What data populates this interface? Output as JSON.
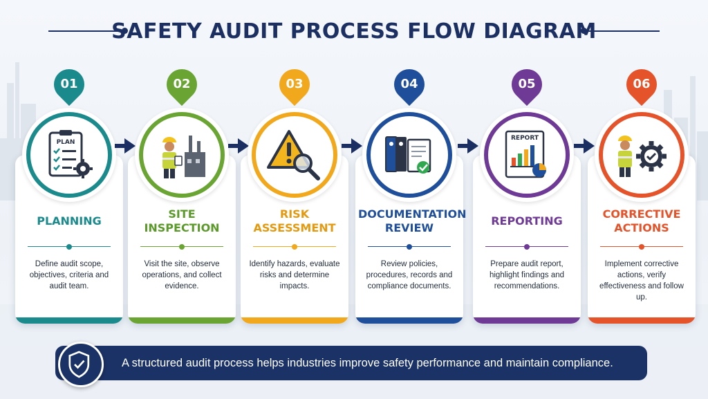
{
  "title": "SAFETY AUDIT PROCESS FLOW DIAGRAM",
  "steps": [
    {
      "number": "01",
      "title": "PLANNING",
      "description": "Define audit scope, objectives, criteria and audit team.",
      "icon": "plan-clipboard-icon",
      "color": "#1a8a8c",
      "title_color": "#1a8a8c",
      "illustration_text": "PLAN"
    },
    {
      "number": "02",
      "title": "SITE INSPECTION",
      "description": "Visit the site, observe operations, and collect evidence.",
      "icon": "inspector-factory-icon",
      "color": "#6aa534",
      "title_color": "#5b9a2a"
    },
    {
      "number": "03",
      "title": "RISK ASSESSMENT",
      "description": "Identify hazards, evaluate risks and determine impacts.",
      "icon": "warning-magnifier-icon",
      "color": "#f2a81d",
      "title_color": "#e39a10"
    },
    {
      "number": "04",
      "title": "DOCUMENTATION REVIEW",
      "description": "Review policies, procedures, records and compliance documents.",
      "icon": "document-binders-icon",
      "color": "#1f4f9a",
      "title_color": "#1f4f9a"
    },
    {
      "number": "05",
      "title": "REPORTING",
      "description": "Prepare audit report, highlight findings and recommendations.",
      "icon": "report-chart-icon",
      "color": "#6e3a96",
      "title_color": "#6e3a96",
      "illustration_text": "REPORT"
    },
    {
      "number": "06",
      "title": "CORRECTIVE ACTIONS",
      "description": "Implement corrective actions, verify effectiveness and follow up.",
      "icon": "worker-gear-check-icon",
      "color": "#e5532a",
      "title_color": "#e5532a"
    }
  ],
  "banner": {
    "text": "A structured audit process helps industries improve safety performance and maintain compliance.",
    "icon": "shield-check-icon"
  }
}
